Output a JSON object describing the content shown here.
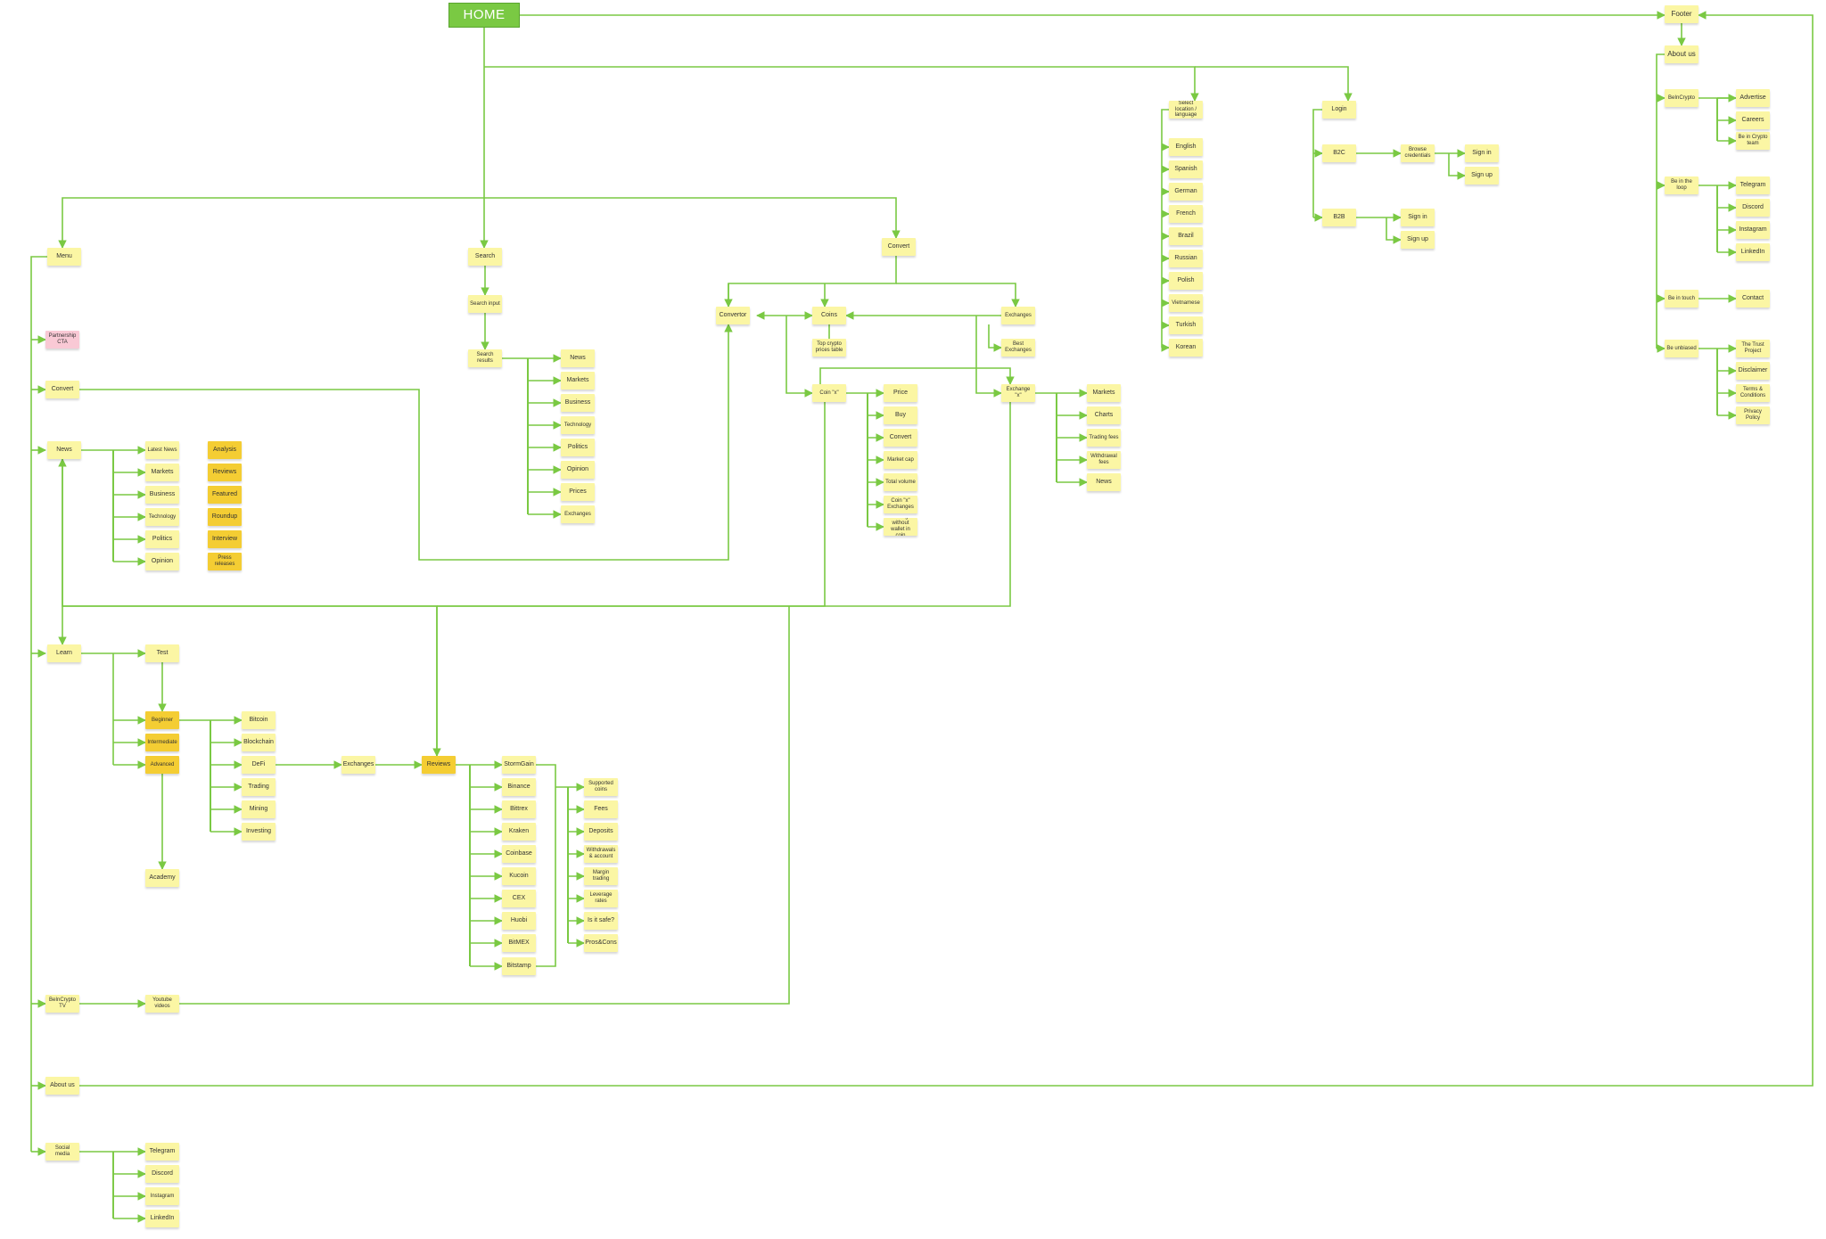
{
  "diagram": {
    "home": "HOME",
    "footer": {
      "footer": "Footer",
      "about_us": "About us",
      "beincrypto": "BeInCrypto",
      "advertise": "Advertise",
      "careers": "Careers",
      "be_in_crypto_team": "Be in Crypto team",
      "be_in_the_loop": "Be in the loop",
      "telegram": "Telegram",
      "discord": "Discord",
      "instagram": "Instagram",
      "linkedin": "LinkedIn",
      "be_in_touch": "Be in touch",
      "contact": "Contact",
      "be_unbiased": "Be unbiased",
      "trust_project": "The Trust Project",
      "disclaimer": "Disclaimer",
      "terms": "Terms & Conditions",
      "privacy": "Privacy Policy"
    },
    "languages": {
      "select": "Select location / language",
      "items": [
        "English",
        "Spanish",
        "German",
        "French",
        "Brazil",
        "Russian",
        "Polish",
        "Vietnamese",
        "Turkish",
        "Korean"
      ]
    },
    "login": {
      "login": "Login",
      "b2c": "B2C",
      "b2b": "B2B",
      "sign_in": "Sign in",
      "sign_up": "Sign up",
      "b2c_choice": "Browse credentials"
    },
    "menu": {
      "menu": "Menu",
      "partnership": "Partnership CTA",
      "convert": "Convert",
      "news": "News",
      "learn": "Learn",
      "test": "Test",
      "academy": "Academy",
      "tv": "BeInCrypto TV",
      "youtube": "Youtube videos",
      "about_us": "About us",
      "social": "Social media",
      "social_items": [
        "Telegram",
        "Discord",
        "Instagram",
        "LinkedIn"
      ]
    },
    "news": {
      "items": [
        "Latest News",
        "Markets",
        "Business",
        "Technology",
        "Politics",
        "Opinion"
      ],
      "gold": [
        "Analysis",
        "Reviews",
        "Featured",
        "Roundup",
        "Interview",
        "Press releases"
      ]
    },
    "learn": {
      "levels": [
        "Beginner",
        "Intermediate",
        "Advanced"
      ],
      "topics": [
        "Bitcoin",
        "Blockchain",
        "DeFi",
        "Trading",
        "Mining",
        "Investing"
      ],
      "exchanges": "Exchanges",
      "reviews": "Reviews",
      "review_items": [
        "StormGain",
        "Binance",
        "Bittrex",
        "Kraken",
        "Coinbase",
        "Kucoin",
        "CEX",
        "Huobi",
        "BitMEX",
        "Bitstamp"
      ],
      "review_details": [
        "Supported coins",
        "Fees",
        "Deposits",
        "Withdrawals & account",
        "Margin trading",
        "Leverage rates",
        "Is it safe?",
        "Pros&Cons"
      ]
    },
    "search": {
      "search": "Search",
      "input": "Search input",
      "results": "Search results",
      "items": [
        "News",
        "Markets",
        "Business",
        "Technology",
        "Politics",
        "Opinion",
        "Prices",
        "Exchanges"
      ]
    },
    "convert": {
      "convert": "Convert",
      "convertor": "Convertor",
      "coins": "Coins",
      "exchanges": "Exchanges",
      "top_crypto": "Top crypto prices table",
      "best_exchanges": "Best Exchanges",
      "coin_x": "Coin \"x\"",
      "exchange_x": "Exchange \"x\"",
      "coin_items": [
        "Price",
        "Buy",
        "Convert",
        "Market cap",
        "Total volume",
        "Coin \"x\" Exchanges",
        "Exchanges without wallet in coin"
      ],
      "exchange_items": [
        "Markets",
        "Charts",
        "Trading fees",
        "Withdrawal fees",
        "News"
      ]
    }
  }
}
